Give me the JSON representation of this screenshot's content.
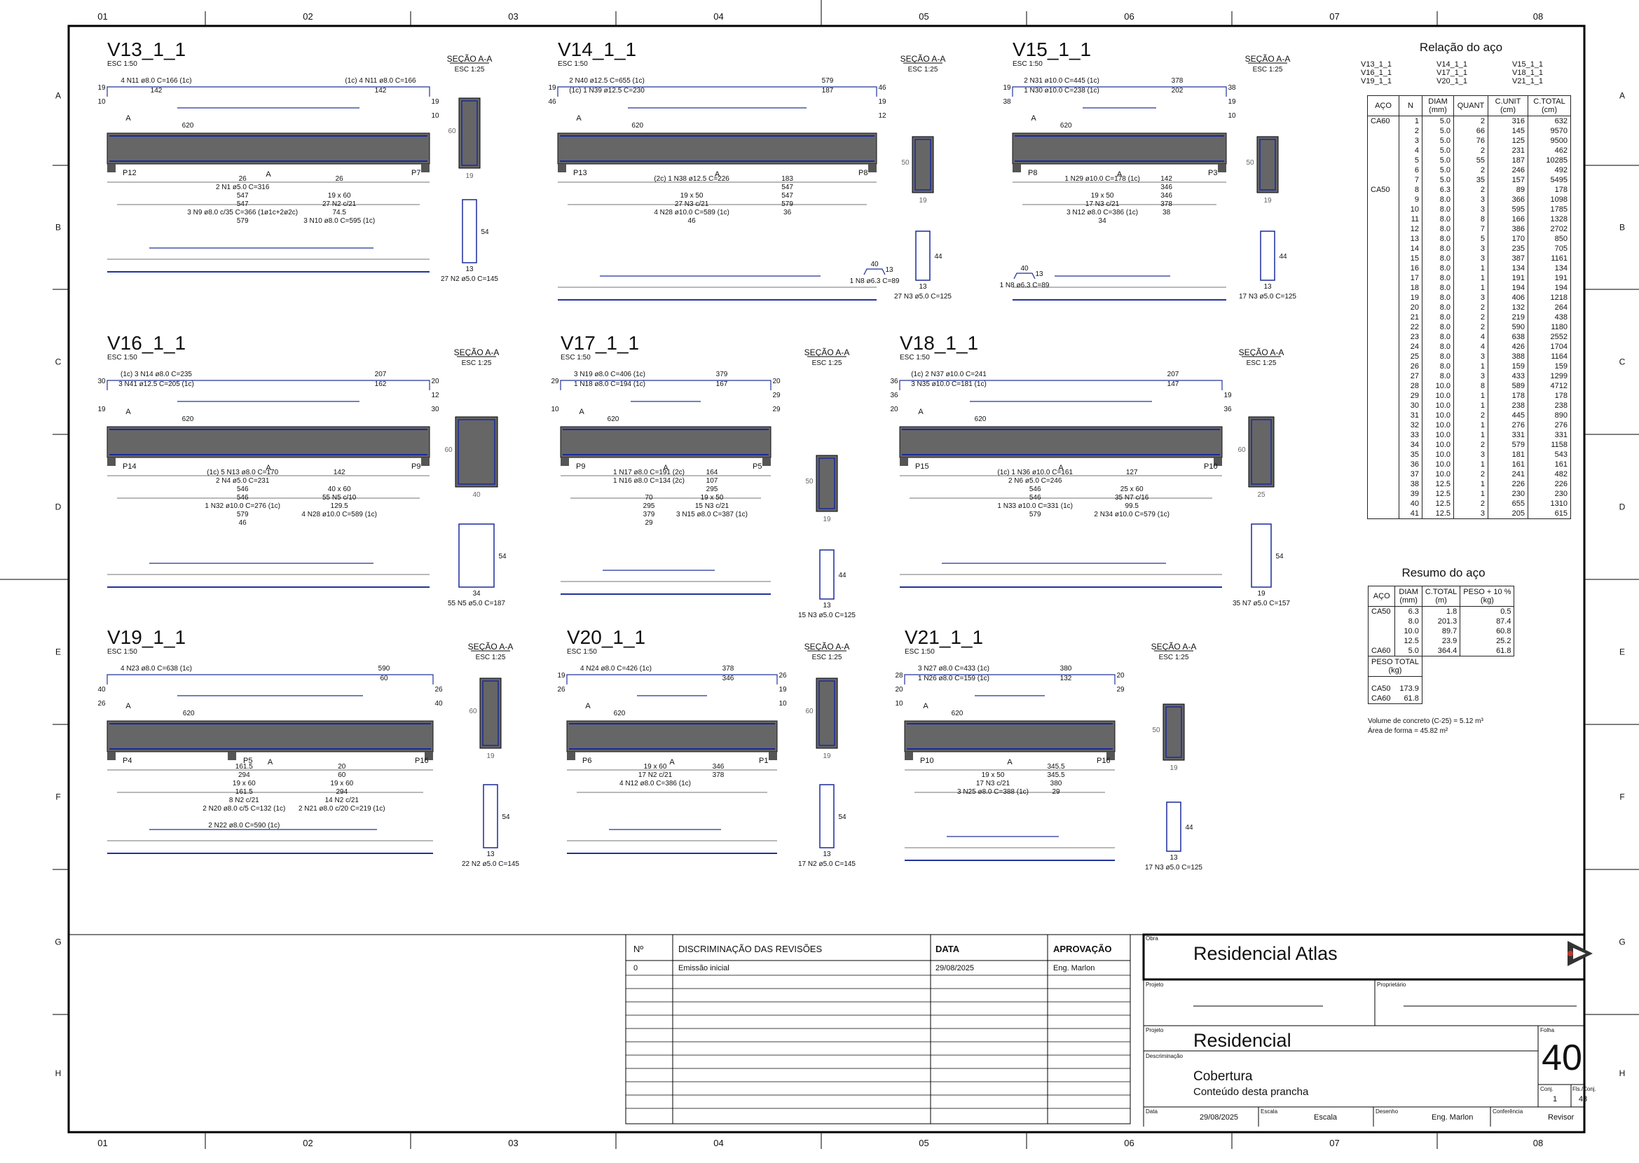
{
  "sheet": {
    "columns": [
      "01",
      "02",
      "03",
      "04",
      "05",
      "06",
      "07",
      "08"
    ],
    "rows": [
      "A",
      "B",
      "C",
      "D",
      "E",
      "F",
      "G",
      "H"
    ]
  },
  "beams": [
    {
      "name": "V13_1_1",
      "scale": "ESC 1:50",
      "pillars": [
        "P12",
        "P7"
      ],
      "section_title": "SEÇÃO A-A",
      "section_scale": "ESC 1:25",
      "section_w": "19",
      "section_h": "60",
      "bars": [
        "4 N11 ø8.0  C=166  (1c)",
        "(1c) 4 N11 ø8.0  C=166",
        "142",
        "142",
        "26",
        "26",
        "2 N1 ø5.0  C=316",
        "620",
        "547",
        "19 x 60",
        "547",
        "27 N2 c/21",
        "3 N9 ø8.0 c/35  C=366  (1ø1c+2ø2c)",
        "74.5",
        "579",
        "3 N10 ø8.0  C=595  (1c)",
        "10",
        "10",
        "19",
        "19"
      ],
      "stirrup": {
        "a": "54",
        "b": "13",
        "label": "27 N2 ø5.0  C=145"
      }
    },
    {
      "name": "V14_1_1",
      "scale": "ESC 1:50",
      "pillars": [
        "P13",
        "P8"
      ],
      "section_title": "SEÇÃO A-A",
      "section_scale": "ESC 1:25",
      "section_w": "19",
      "section_h": "50",
      "bars": [
        "2 N40 ø12.5  C=655  (1c)",
        "579",
        "(1c) 1 N39 ø12.5  C=230",
        "187",
        "(2c) 1 N38 ø12.5  C=226",
        "183",
        "620",
        "547",
        "19 x 50",
        "547",
        "27 N3 c/21",
        "579",
        "4 N28 ø10.0  C=589  (1c)",
        "36",
        "46",
        "46",
        "46",
        "12",
        "19",
        "19"
      ],
      "stirrup": {
        "a": "44",
        "b": "13",
        "label": "27 N3 ø5.0  C=125"
      },
      "hook": {
        "a": "40",
        "b": "13",
        "label": "1 N8 ø6.3  C=89"
      }
    },
    {
      "name": "V15_1_1",
      "scale": "ESC 1:50",
      "pillars": [
        "P8",
        "P3"
      ],
      "section_title": "SEÇÃO A-A",
      "section_scale": "ESC 1:25",
      "section_w": "19",
      "section_h": "50",
      "bars": [
        "2 N31 ø10.0  C=445  (1c)",
        "378",
        "1 N30 ø10.0  C=238  (1c)",
        "202",
        "1 N29 ø10.0  C=178  (1c)",
        "142",
        "620",
        "346",
        "19 x 50",
        "346",
        "17 N3 c/21",
        "378",
        "3 N12 ø8.0  C=386  (1c)",
        "38",
        "34",
        "38",
        "38",
        "10",
        "19",
        "19"
      ],
      "stirrup": {
        "a": "44",
        "b": "13",
        "label": "17 N3 ø5.0  C=125"
      },
      "hook": {
        "a": "40",
        "b": "13",
        "label": "1 N8 ø6.3  C=89"
      }
    },
    {
      "name": "V16_1_1",
      "scale": "ESC 1:50",
      "pillars": [
        "P14",
        "P9"
      ],
      "section_title": "SEÇÃO A-A",
      "section_scale": "ESC 1:25",
      "section_w": "40",
      "section_h": "60",
      "bars": [
        "(1c) 3 N14 ø8.0  C=235",
        "207",
        "3 N41 ø12.5  C=205  (1c)",
        "162",
        "(1c) 5 N13 ø8.0  C=170",
        "142",
        "2 N4 ø5.0  C=231",
        "620",
        "546",
        "40 x 60",
        "546",
        "55 N5 c/10",
        "1 N32 ø10.0  C=276  (1c)",
        "129.5",
        "579",
        "4 N28 ø10.0  C=589  (1c)",
        "46",
        "30",
        "30",
        "12",
        "19",
        "20"
      ],
      "stirrup": {
        "a": "54",
        "b": "34",
        "label": "55 N5 ø5.0  C=187"
      }
    },
    {
      "name": "V17_1_1",
      "scale": "ESC 1:50",
      "pillars": [
        "P9",
        "P5"
      ],
      "section_title": "SEÇÃO A-A",
      "section_scale": "ESC 1:25",
      "section_w": "19",
      "section_h": "50",
      "bars": [
        "3 N19 ø8.0  C=406  (1c)",
        "379",
        "1 N18 ø8.0  C=194  (1c)",
        "167",
        "1 N17 ø8.0  C=191  (2c)",
        "164",
        "1 N16 ø8.0  C=134  (2c)",
        "107",
        "620",
        "295",
        "70",
        "19 x 50",
        "295",
        "15 N3 c/21",
        "379",
        "3 N15 ø8.0  C=387  (1c)",
        "29",
        "29",
        "29",
        "29",
        "10",
        "20"
      ],
      "stirrup": {
        "a": "44",
        "b": "13",
        "label": "15 N3 ø5.0  C=125"
      }
    },
    {
      "name": "V18_1_1",
      "scale": "ESC 1:50",
      "pillars": [
        "P15",
        "P10"
      ],
      "section_title": "SEÇÃO A-A",
      "section_scale": "ESC 1:25",
      "section_w": "25",
      "section_h": "60",
      "bars": [
        "(1c) 2 N37 ø10.0  C=241",
        "207",
        "3 N35 ø10.0  C=181  (1c)",
        "147",
        "(1c) 1 N36 ø10.0  C=161",
        "127",
        "2 N6 ø5.0  C=246",
        "620",
        "546",
        "25 x 60",
        "546",
        "35 N7 c/16",
        "1 N33 ø10.0  C=331  (1c)",
        "99.5",
        "579",
        "2 N34 ø10.0  C=579  (1c)",
        "36",
        "36",
        "36",
        "19",
        "20"
      ],
      "stirrup": {
        "a": "54",
        "b": "19",
        "label": "35 N7 ø5.0  C=157"
      }
    },
    {
      "name": "V19_1_1",
      "scale": "ESC 1:50",
      "pillars": [
        "P4",
        "P5",
        "P16"
      ],
      "section_title": "SEÇÃO A-A",
      "section_scale": "ESC 1:25",
      "section_w": "19",
      "section_h": "60",
      "bars": [
        "4 N23 ø8.0  C=638  (1c)",
        "590",
        "620",
        "60",
        "161.5",
        "20",
        "294",
        "60",
        "19 x 60",
        "19 x 60",
        "161.5",
        "294",
        "8 N2 c/21",
        "14 N2 c/21",
        "2 N20 ø8.0 c/5  C=132  (1c)",
        "2 N21 ø8.0 c/20  C=219  (1c)",
        "40",
        "40",
        "2 N22 ø8.0  C=590  (1c)",
        "26",
        "26"
      ],
      "stirrup": {
        "a": "54",
        "b": "13",
        "label": "22 N2 ø5.0  C=145"
      }
    },
    {
      "name": "V20_1_1",
      "scale": "ESC 1:50",
      "pillars": [
        "P6",
        "P1"
      ],
      "section_title": "SEÇÃO A-A",
      "section_scale": "ESC 1:25",
      "section_w": "19",
      "section_h": "60",
      "bars": [
        "4 N24 ø8.0  C=426  (1c)",
        "378",
        "620",
        "346",
        "19 x 60",
        "346",
        "17 N2 c/21",
        "378",
        "4 N12 ø8.0  C=386  (1c)",
        "26",
        "26",
        "10",
        "19",
        "19"
      ],
      "stirrup": {
        "a": "54",
        "b": "13",
        "label": "17 N2 ø5.0  C=145"
      }
    },
    {
      "name": "V21_1_1",
      "scale": "ESC 1:50",
      "pillars": [
        "P10",
        "P16"
      ],
      "section_title": "SEÇÃO A-A",
      "section_scale": "ESC 1:25",
      "section_w": "19",
      "section_h": "50",
      "bars": [
        "3 N27 ø8.0  C=433  (1c)",
        "380",
        "1 N26 ø8.0  C=159  (1c)",
        "132",
        "620",
        "345.5",
        "19 x 50",
        "345.5",
        "17 N3 c/21",
        "380",
        "3 N25 ø8.0  C=388  (1c)",
        "29",
        "28",
        "29",
        "10",
        "20",
        "20"
      ],
      "stirrup": {
        "a": "44",
        "b": "13",
        "label": "17 N3 ø5.0  C=125"
      }
    }
  ],
  "steel_relation": {
    "title": "Relação do aço",
    "beam_list": [
      "V13_1_1",
      "V14_1_1",
      "V15_1_1",
      "V16_1_1",
      "V17_1_1",
      "V18_1_1",
      "V19_1_1",
      "V20_1_1",
      "V21_1_1"
    ],
    "headers": [
      "AÇO",
      "N",
      "DIAM\n(mm)",
      "QUANT",
      "C.UNIT\n(cm)",
      "C.TOTAL\n(cm)"
    ],
    "rows": [
      [
        "CA60",
        "1",
        "5.0",
        "2",
        "316",
        "632"
      ],
      [
        "",
        "2",
        "5.0",
        "66",
        "145",
        "9570"
      ],
      [
        "",
        "3",
        "5.0",
        "76",
        "125",
        "9500"
      ],
      [
        "",
        "4",
        "5.0",
        "2",
        "231",
        "462"
      ],
      [
        "",
        "5",
        "5.0",
        "55",
        "187",
        "10285"
      ],
      [
        "",
        "6",
        "5.0",
        "2",
        "246",
        "492"
      ],
      [
        "",
        "7",
        "5.0",
        "35",
        "157",
        "5495"
      ],
      [
        "CA50",
        "8",
        "6.3",
        "2",
        "89",
        "178"
      ],
      [
        "",
        "9",
        "8.0",
        "3",
        "366",
        "1098"
      ],
      [
        "",
        "10",
        "8.0",
        "3",
        "595",
        "1785"
      ],
      [
        "",
        "11",
        "8.0",
        "8",
        "166",
        "1328"
      ],
      [
        "",
        "12",
        "8.0",
        "7",
        "386",
        "2702"
      ],
      [
        "",
        "13",
        "8.0",
        "5",
        "170",
        "850"
      ],
      [
        "",
        "14",
        "8.0",
        "3",
        "235",
        "705"
      ],
      [
        "",
        "15",
        "8.0",
        "3",
        "387",
        "1161"
      ],
      [
        "",
        "16",
        "8.0",
        "1",
        "134",
        "134"
      ],
      [
        "",
        "17",
        "8.0",
        "1",
        "191",
        "191"
      ],
      [
        "",
        "18",
        "8.0",
        "1",
        "194",
        "194"
      ],
      [
        "",
        "19",
        "8.0",
        "3",
        "406",
        "1218"
      ],
      [
        "",
        "20",
        "8.0",
        "2",
        "132",
        "264"
      ],
      [
        "",
        "21",
        "8.0",
        "2",
        "219",
        "438"
      ],
      [
        "",
        "22",
        "8.0",
        "2",
        "590",
        "1180"
      ],
      [
        "",
        "23",
        "8.0",
        "4",
        "638",
        "2552"
      ],
      [
        "",
        "24",
        "8.0",
        "4",
        "426",
        "1704"
      ],
      [
        "",
        "25",
        "8.0",
        "3",
        "388",
        "1164"
      ],
      [
        "",
        "26",
        "8.0",
        "1",
        "159",
        "159"
      ],
      [
        "",
        "27",
        "8.0",
        "3",
        "433",
        "1299"
      ],
      [
        "",
        "28",
        "10.0",
        "8",
        "589",
        "4712"
      ],
      [
        "",
        "29",
        "10.0",
        "1",
        "178",
        "178"
      ],
      [
        "",
        "30",
        "10.0",
        "1",
        "238",
        "238"
      ],
      [
        "",
        "31",
        "10.0",
        "2",
        "445",
        "890"
      ],
      [
        "",
        "32",
        "10.0",
        "1",
        "276",
        "276"
      ],
      [
        "",
        "33",
        "10.0",
        "1",
        "331",
        "331"
      ],
      [
        "",
        "34",
        "10.0",
        "2",
        "579",
        "1158"
      ],
      [
        "",
        "35",
        "10.0",
        "3",
        "181",
        "543"
      ],
      [
        "",
        "36",
        "10.0",
        "1",
        "161",
        "161"
      ],
      [
        "",
        "37",
        "10.0",
        "2",
        "241",
        "482"
      ],
      [
        "",
        "38",
        "12.5",
        "1",
        "226",
        "226"
      ],
      [
        "",
        "39",
        "12.5",
        "1",
        "230",
        "230"
      ],
      [
        "",
        "40",
        "12.5",
        "2",
        "655",
        "1310"
      ],
      [
        "",
        "41",
        "12.5",
        "3",
        "205",
        "615"
      ]
    ]
  },
  "steel_summary": {
    "title": "Resumo do aço",
    "headers": [
      "AÇO",
      "DIAM\n(mm)",
      "C.TOTAL\n(m)",
      "PESO + 10 %\n(kg)"
    ],
    "rows": [
      [
        "CA50",
        "6.3",
        "1.8",
        "0.5"
      ],
      [
        "",
        "8.0",
        "201.3",
        "87.4"
      ],
      [
        "",
        "10.0",
        "89.7",
        "60.8"
      ],
      [
        "",
        "12.5",
        "23.9",
        "25.2"
      ],
      [
        "CA60",
        "5.0",
        "364.4",
        "61.8"
      ]
    ],
    "total_header": "PESO TOTAL\n(kg)",
    "totals": [
      [
        "CA50",
        "173.9"
      ],
      [
        "CA60",
        "61.8"
      ]
    ]
  },
  "notes": [
    "Volume de concreto (C-25) = 5.12 m³",
    "Área de forma = 45.82 m²"
  ],
  "revisions": {
    "headers": [
      "Nº",
      "DISCRIMINAÇÃO DAS REVISÕES",
      "DATA",
      "APROVAÇÃO"
    ],
    "rows": [
      [
        "0",
        "Emissão inicial",
        "29/08/2025",
        "Eng. Marlon"
      ]
    ]
  },
  "title_block": {
    "obra_label": "Obra",
    "obra": "Residencial Atlas",
    "projeto_label": "Projeto",
    "proprietario_label": "Proprietário",
    "projeto2_label": "Projeto",
    "projeto": "Residencial",
    "folha_label": "Folha",
    "folha": "40",
    "descr_label": "Descriminação",
    "descr1": "Cobertura",
    "descr2": "Conteúdo desta prancha",
    "conj_label": "Conj.",
    "conj": "1",
    "fls_label": "Fls./Conj.",
    "fls": "43",
    "data_label": "Data",
    "data": "29/08/2025",
    "escala_label": "Escala",
    "escala": "Escala",
    "desenho_label": "Desenho",
    "desenho": "Eng. Marlon",
    "conf_label": "Conferência",
    "conf": "Revisor"
  }
}
